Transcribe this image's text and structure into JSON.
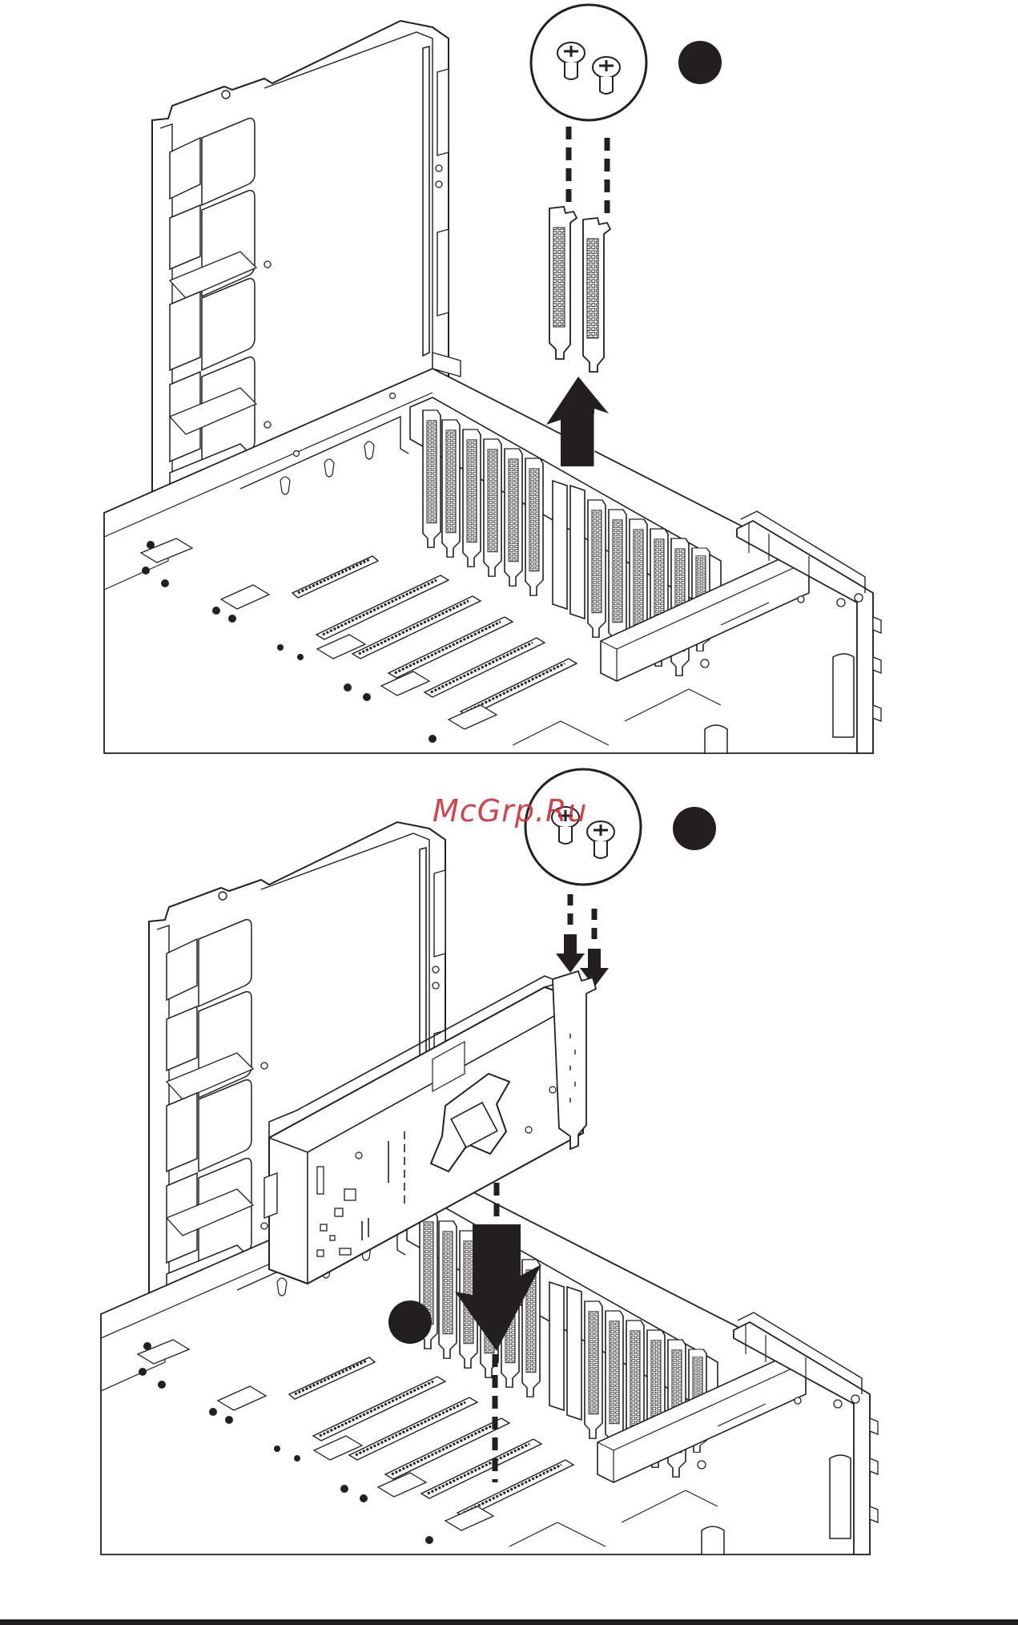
{
  "watermark": {
    "text": "McGrp.Ru",
    "color": "#c8323c"
  },
  "colors": {
    "line": "#231f20",
    "fill_dark": "#231f20",
    "fill_light": "#ffffff",
    "panel_fill": "#f4f4f4"
  },
  "steps": {
    "top": {
      "callout_icon": "screw-pair-icon",
      "step_marker": "filled-circle",
      "action_arrow": "arrow-up-icon"
    },
    "bottom": {
      "callout_icon": "screw-pair-icon",
      "step_marker": "filled-circle",
      "action_arrow": "arrow-down-icon"
    }
  }
}
